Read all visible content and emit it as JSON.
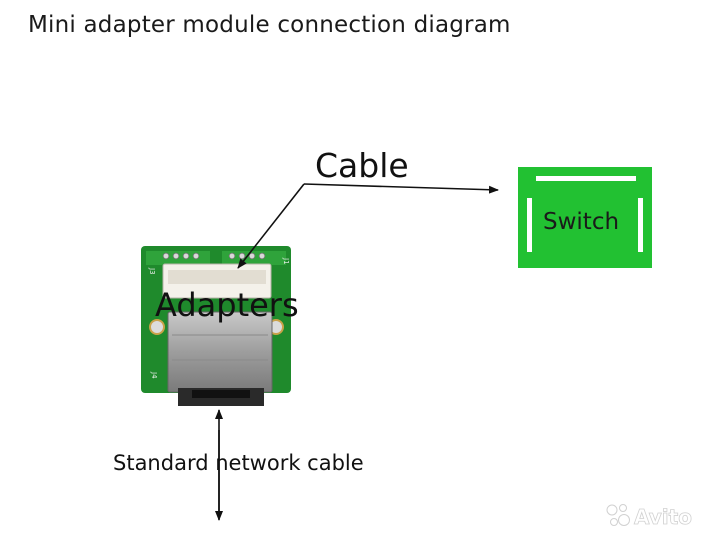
{
  "title": "Mini adapter module connection diagram",
  "labels": {
    "cable": "Cable",
    "adapters": "Adapters",
    "standard_cable": "Standard network cable",
    "switch": "Switch"
  },
  "board_silkscreen": {
    "left_connector": "J3",
    "right_connector": "J1",
    "bottom_connector": "J4"
  },
  "watermark": "Avito",
  "colors": {
    "switch_fill": "#22c132",
    "pcb": "#1f8a2c",
    "arrow": "#111111"
  }
}
